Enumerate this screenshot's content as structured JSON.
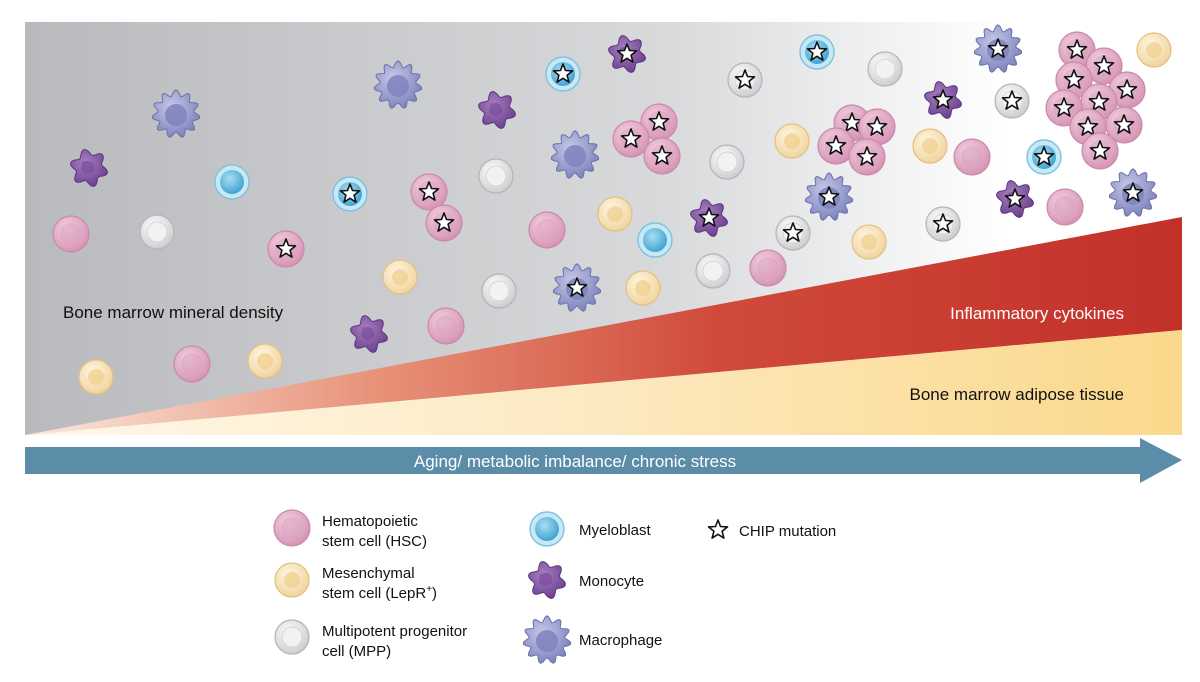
{
  "figure": {
    "labels": {
      "mineral_density": "Bone marrow mineral density",
      "inflammatory": "Inflammatory cytokines",
      "adipose": "Bone marrow adipose tissue",
      "axis": "Aging/ metabolic imbalance/ chronic stress"
    },
    "legend": {
      "hsc": [
        "Hematopoietic",
        "stem cell (HSC)"
      ],
      "msc_line1": "Mesenchymal",
      "msc_line2_main": "stem cell (LepR",
      "msc_line2_sup": "+",
      "msc_line2_end": ")",
      "mpp": [
        "Multipotent progenitor",
        "cell (MPP)"
      ],
      "myeloblast": "Myeloblast",
      "monocyte": "Monocyte",
      "macrophage": "Macrophage",
      "chip": "CHIP mutation"
    },
    "colors": {
      "hsc": "#e2a7c3",
      "msc": "#f6e0b2",
      "mpp": "#e4e4e6",
      "myeloblast": "#5ab6de",
      "monocyte": "#8a5aa6",
      "macrophage": "#8f94c9",
      "inflammatory": "#c4332c",
      "adipose": "#fbd88c",
      "axis": "#5b8ca8",
      "gray_bg": "#b9babd"
    }
  }
}
